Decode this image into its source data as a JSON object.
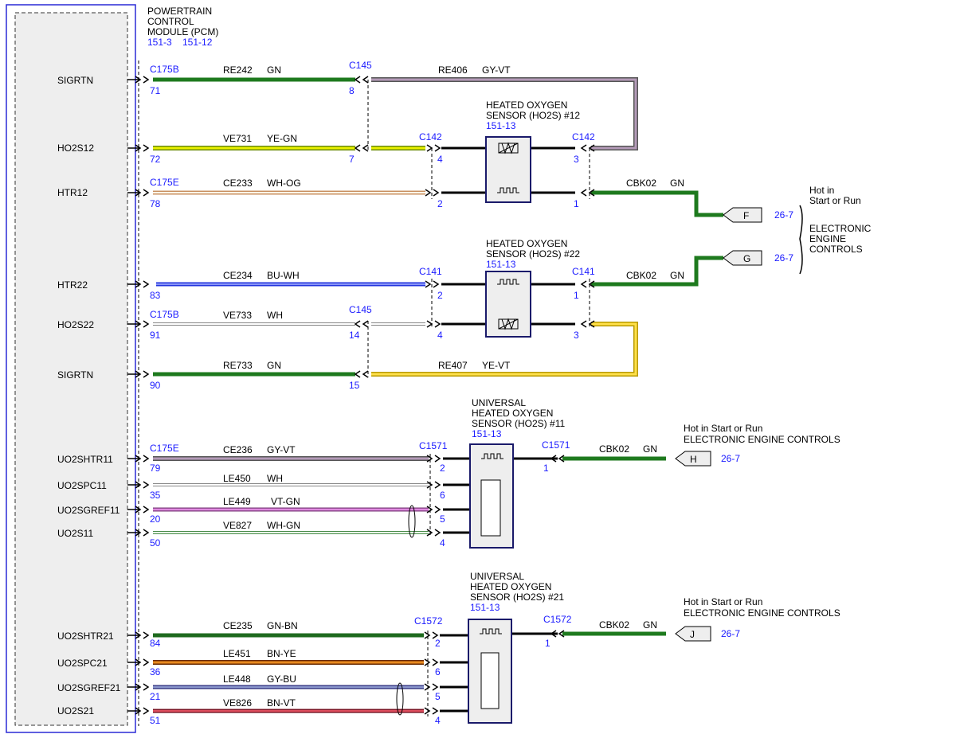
{
  "colors": {
    "frame": "#2a2ad6",
    "ref_blue": "#1a1aff",
    "GN": "#1e7a1e",
    "YE": "#e8e000",
    "GY-VT": "#9a82a0",
    "YE-VT": "#e8c400",
    "WH-OG": "#f0c890",
    "BU-WH": "#2233dd",
    "WH": "#bbbbbb",
    "VT-GN": "#cc66cc",
    "WH-GN": "#88cc88",
    "BN": "#8a3a10",
    "BN-YE": "#cc6600",
    "GY-BU": "#6677bb",
    "BN-VT": "#b82030",
    "sensor_fill": "#eeeeee",
    "sensor_border": "#1a1a6a"
  },
  "pcm": {
    "title_lines": [
      "POWERTRAIN",
      "CONTROL",
      "MODULE (PCM)"
    ],
    "refs": [
      "151-3",
      "151-12"
    ],
    "pins": [
      "SIGRTN",
      "HO2S12",
      "HTR12",
      "HTR22",
      "HO2S22",
      "SIGRTN",
      "UO2SHTR11",
      "UO2SPC11",
      "UO2SGREF11",
      "UO2S11",
      "UO2SHTR21",
      "UO2SPC21",
      "UO2SGREF21",
      "UO2S21"
    ]
  },
  "connector_labels": {
    "c175b_a": "C175B",
    "c175e_a": "C175E",
    "c175b_b": "C175B",
    "c175e_b": "C175E",
    "c145_a": "C145",
    "c145_b": "C145",
    "c142_l": "C142",
    "c142_r": "C142",
    "c141_l": "C141",
    "c141_r": "C141",
    "c1571_l": "C1571",
    "c1571_r": "C1571",
    "c1572_l": "C1572",
    "c1572_r": "C1572"
  },
  "pin_numbers": [
    "71",
    "8",
    "72",
    "7",
    "78",
    "4",
    "2",
    "3",
    "1",
    "83",
    "2",
    "1",
    "91",
    "14",
    "4",
    "3",
    "90",
    "15",
    "79",
    "2",
    "1",
    "35",
    "6",
    "20",
    "5",
    "50",
    "4",
    "84",
    "2",
    "1",
    "36",
    "6",
    "21",
    "5",
    "51",
    "4"
  ],
  "circuits": [
    {
      "id": "RE242",
      "color": "GN"
    },
    {
      "id": "RE406",
      "color": "GY-VT"
    },
    {
      "id": "VE731",
      "color": "YE-GN"
    },
    {
      "id": "CE233",
      "color": "WH-OG"
    },
    {
      "id": "CBK02",
      "color": "GN"
    },
    {
      "id": "CE234",
      "color": "BU-WH"
    },
    {
      "id": "CBK02",
      "color": "GN"
    },
    {
      "id": "VE733",
      "color": "WH"
    },
    {
      "id": "RE733",
      "color": "GN"
    },
    {
      "id": "RE407",
      "color": "YE-VT"
    },
    {
      "id": "CE236",
      "color": "GY-VT"
    },
    {
      "id": "CBK02",
      "color": "GN"
    },
    {
      "id": "LE450",
      "color": "WH"
    },
    {
      "id": "LE449",
      "color": "VT-GN"
    },
    {
      "id": "VE827",
      "color": "WH-GN"
    },
    {
      "id": "CE235",
      "color": "GN-BN"
    },
    {
      "id": "CBK02",
      "color": "GN"
    },
    {
      "id": "LE451",
      "color": "BN-YE"
    },
    {
      "id": "LE448",
      "color": "GY-BU"
    },
    {
      "id": "VE826",
      "color": "BN-VT"
    }
  ],
  "sensors": [
    {
      "lines": [
        "HEATED OXYGEN",
        "SENSOR (HO2S) #12"
      ],
      "ref": "151-13"
    },
    {
      "lines": [
        "HEATED OXYGEN",
        "SENSOR (HO2S) #22"
      ],
      "ref": "151-13"
    },
    {
      "lines": [
        "UNIVERSAL",
        "HEATED OXYGEN",
        "SENSOR (HO2S) #11"
      ],
      "ref": "151-13"
    },
    {
      "lines": [
        "UNIVERSAL",
        "HEATED OXYGEN",
        "SENSOR (HO2S) #21"
      ],
      "ref": "151-13"
    }
  ],
  "power": {
    "group1_hot": [
      "Hot in",
      "Start or Run"
    ],
    "group1_name": [
      "ELECTRONIC",
      "ENGINE",
      "CONTROLS"
    ],
    "hot_line": "Hot in Start or Run",
    "eec_line": "ELECTRONIC ENGINE CONTROLS",
    "flags": [
      "F",
      "G",
      "H",
      "J"
    ],
    "refs": [
      "26-7",
      "26-7",
      "26-7",
      "26-7"
    ]
  }
}
